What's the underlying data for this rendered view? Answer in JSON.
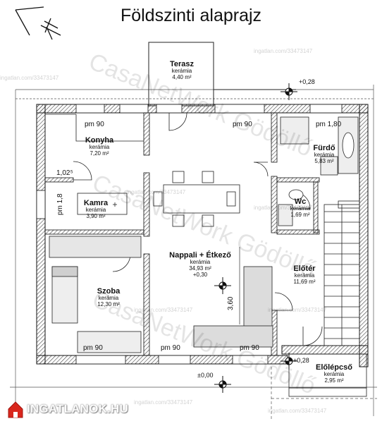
{
  "title": "Földszinti alaprajz",
  "rooms": [
    {
      "id": "terasz",
      "name": "Terasz",
      "material": "kerámia",
      "area": "4,40 m²"
    },
    {
      "id": "konyha",
      "name": "Konyha",
      "material": "kerámia",
      "area": "7,20 m²"
    },
    {
      "id": "kamra",
      "name": "Kamra",
      "material": "kerámia",
      "area": "3,90 m²"
    },
    {
      "id": "furdo",
      "name": "Fürdő",
      "material": "kerámia",
      "area": "5,83 m²"
    },
    {
      "id": "wc",
      "name": "Wc",
      "material": "kerámia",
      "area": "1,69 m²"
    },
    {
      "id": "nappali",
      "name": "Nappali + Étkező",
      "material": "kerámia",
      "area": "34,93 m²",
      "level": "+0,30"
    },
    {
      "id": "szoba",
      "name": "Szoba",
      "material": "kerámia",
      "area": "12,30 m²"
    },
    {
      "id": "eloter",
      "name": "Előtér",
      "material": "kerámia",
      "area": "11,69 m²"
    },
    {
      "id": "elolepcso",
      "name": "Előlépcső",
      "material": "kerámia",
      "area": "2,95 m²"
    }
  ],
  "dimensions": {
    "pm_konyha": "pm 90",
    "pm_nappali_top": "pm 90",
    "pm_furdo": "pm 1,80",
    "pm_kamra": "pm 1,8",
    "width_102": "1,02⁵",
    "pm_szoba": "pm 90",
    "pm_bottom_1": "pm 90",
    "pm_bottom_2": "pm 90",
    "height_360": "3,60"
  },
  "levels": {
    "top_right": "+0,28",
    "bottom_right": "+0,28",
    "bottom_center": "±0,00"
  },
  "watermarks": {
    "big_1": "CasaNetWork Gödöllő",
    "big_2": "CasaNetWork Gödöllő",
    "big_3": "CasaNetWork Gödöllő",
    "small": "ingatlan.com/33473147"
  },
  "logo": {
    "text": "INGATLANOK.HU"
  },
  "colors": {
    "wall": "#1a1a1a",
    "line": "#333333",
    "furniture_fill": "#dcdcdc",
    "logo_red": "#d9261c"
  }
}
